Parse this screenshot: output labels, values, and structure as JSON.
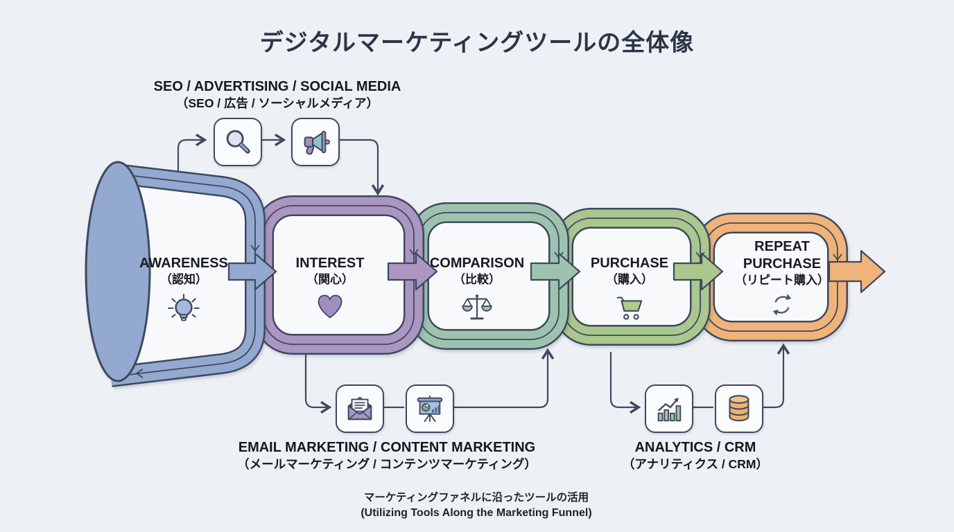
{
  "title": "デジタルマーケティングツールの全体像",
  "top_tools": {
    "label_en": "SEO / ADVERTISING / SOCIAL MEDIA",
    "label_jp": "（SEO / 広告 / ソーシャルメディア）",
    "icons": [
      "search-icon",
      "megaphone-icon"
    ]
  },
  "stages": [
    {
      "name_en": "AWARENESS",
      "name_jp": "（認知）",
      "icon": "lightbulb-icon",
      "color": "#94a9d0"
    },
    {
      "name_en": "INTEREST",
      "name_jp": "（関心）",
      "icon": "heart-icon",
      "color": "#ab96c1"
    },
    {
      "name_en": "COMPARISON",
      "name_jp": "（比較）",
      "icon": "balance-scale-icon",
      "color": "#9dc3ae"
    },
    {
      "name_en": "PURCHASE",
      "name_jp": "（購入）",
      "icon": "shopping-cart-icon",
      "color": "#aac78e"
    },
    {
      "name_en": "REPEAT PURCHASE",
      "name_jp": "（リピート購入）",
      "icon": "repeat-icon",
      "color": "#f0b37a"
    }
  ],
  "bottom_tools_left": {
    "label_en": "EMAIL MARKETING / CONTENT MARKETING",
    "label_jp": "（メールマーケティング / コンテンツマーケティング）",
    "icons": [
      "email-icon",
      "content-presentation-icon"
    ]
  },
  "bottom_tools_right": {
    "label_en": "ANALYTICS / CRM",
    "label_jp": "（アナリティクス / CRM）",
    "icons": [
      "analytics-icon",
      "database-icon"
    ]
  },
  "caption": {
    "line_jp": "マーケティングファネルに沿ったツールの活用",
    "line_en": "(Utilizing Tools Along the Marketing Funnel)"
  }
}
